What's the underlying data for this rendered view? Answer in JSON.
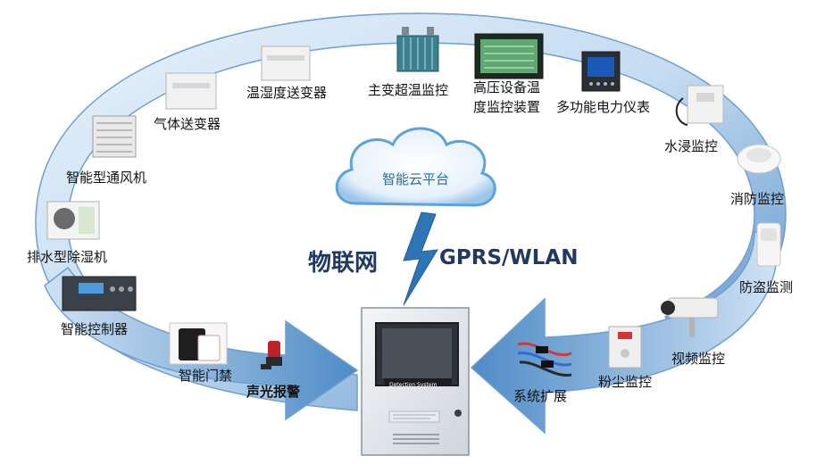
{
  "center": {
    "cloud_label": "智能云平台",
    "iot_label": "物联网",
    "network_label": "GPRS/WLAN",
    "panel_caption": "Detection System"
  },
  "modules": {
    "temp_humidity_transmitter": "温湿度送变器",
    "gas_transmitter": "气体送变器",
    "smart_ventilator": "智能型通风机",
    "drainage_dehumidifier": "排水型除湿机",
    "smart_controller": "智能控制器",
    "smart_access_control": "智能门禁",
    "sound_light_alarm": "声光报警",
    "main_transformer_temp": "主变超温监控",
    "hv_temp_line1": "高压设备温",
    "hv_temp_line2": "度监控装置",
    "multi_function_meter": "多功能电力仪表",
    "water_immersion": "水浸监控",
    "fire_monitoring": "消防监控",
    "anti_theft": "防盗监测",
    "video_monitoring": "视频监控",
    "dust_monitoring": "粉尘监控",
    "system_expansion": "系统扩展"
  },
  "colors": {
    "ring_light": "#d6e6f5",
    "ring_dark": "#5b93c9",
    "cloud_blue": "#3d8fd6",
    "bolt_blue": "#2e75b6",
    "title_navy": "#1f3864"
  }
}
